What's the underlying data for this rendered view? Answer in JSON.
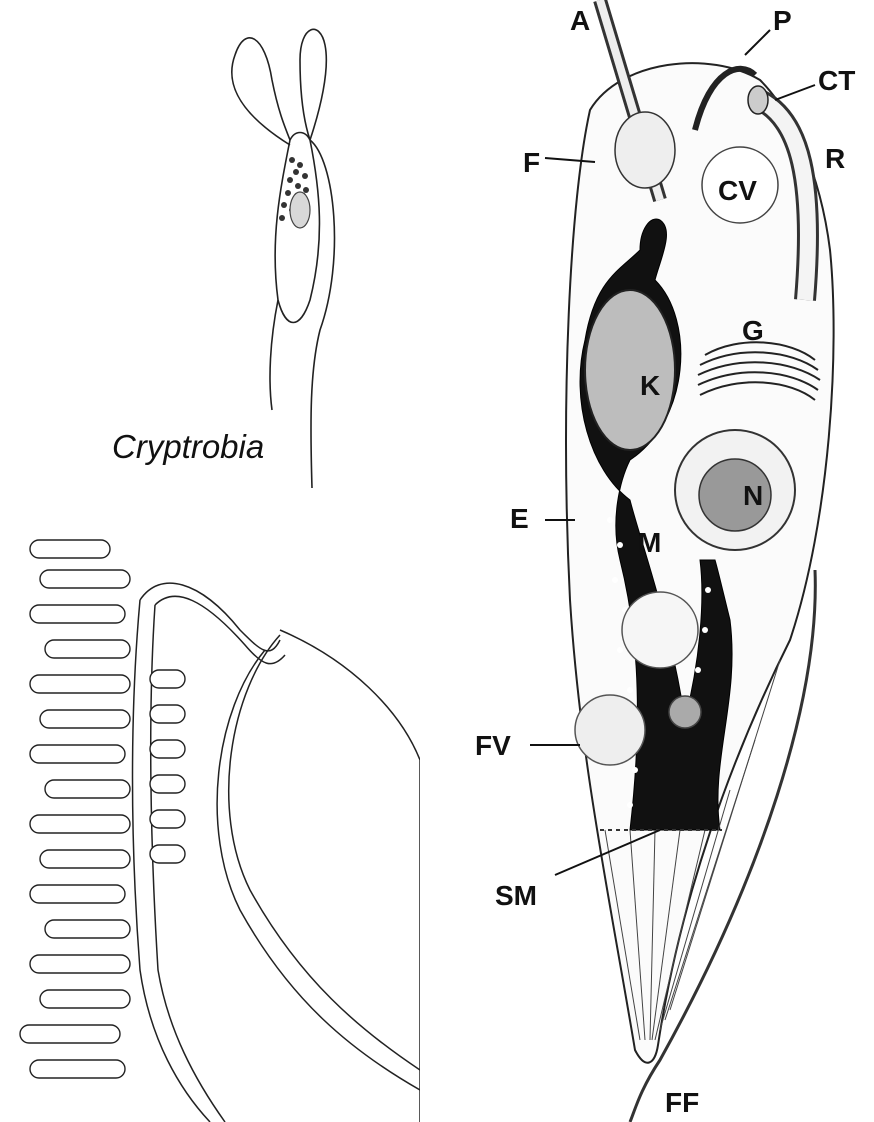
{
  "caption": "Cryptrobia",
  "labels": {
    "A": "A",
    "P": "P",
    "CT": "CT",
    "F": "F",
    "CV": "CV",
    "R": "R",
    "G": "G",
    "K": "K",
    "N": "N",
    "E": "E",
    "M": "M",
    "FV": "FV",
    "SM": "SM",
    "FF": "FF"
  }
}
